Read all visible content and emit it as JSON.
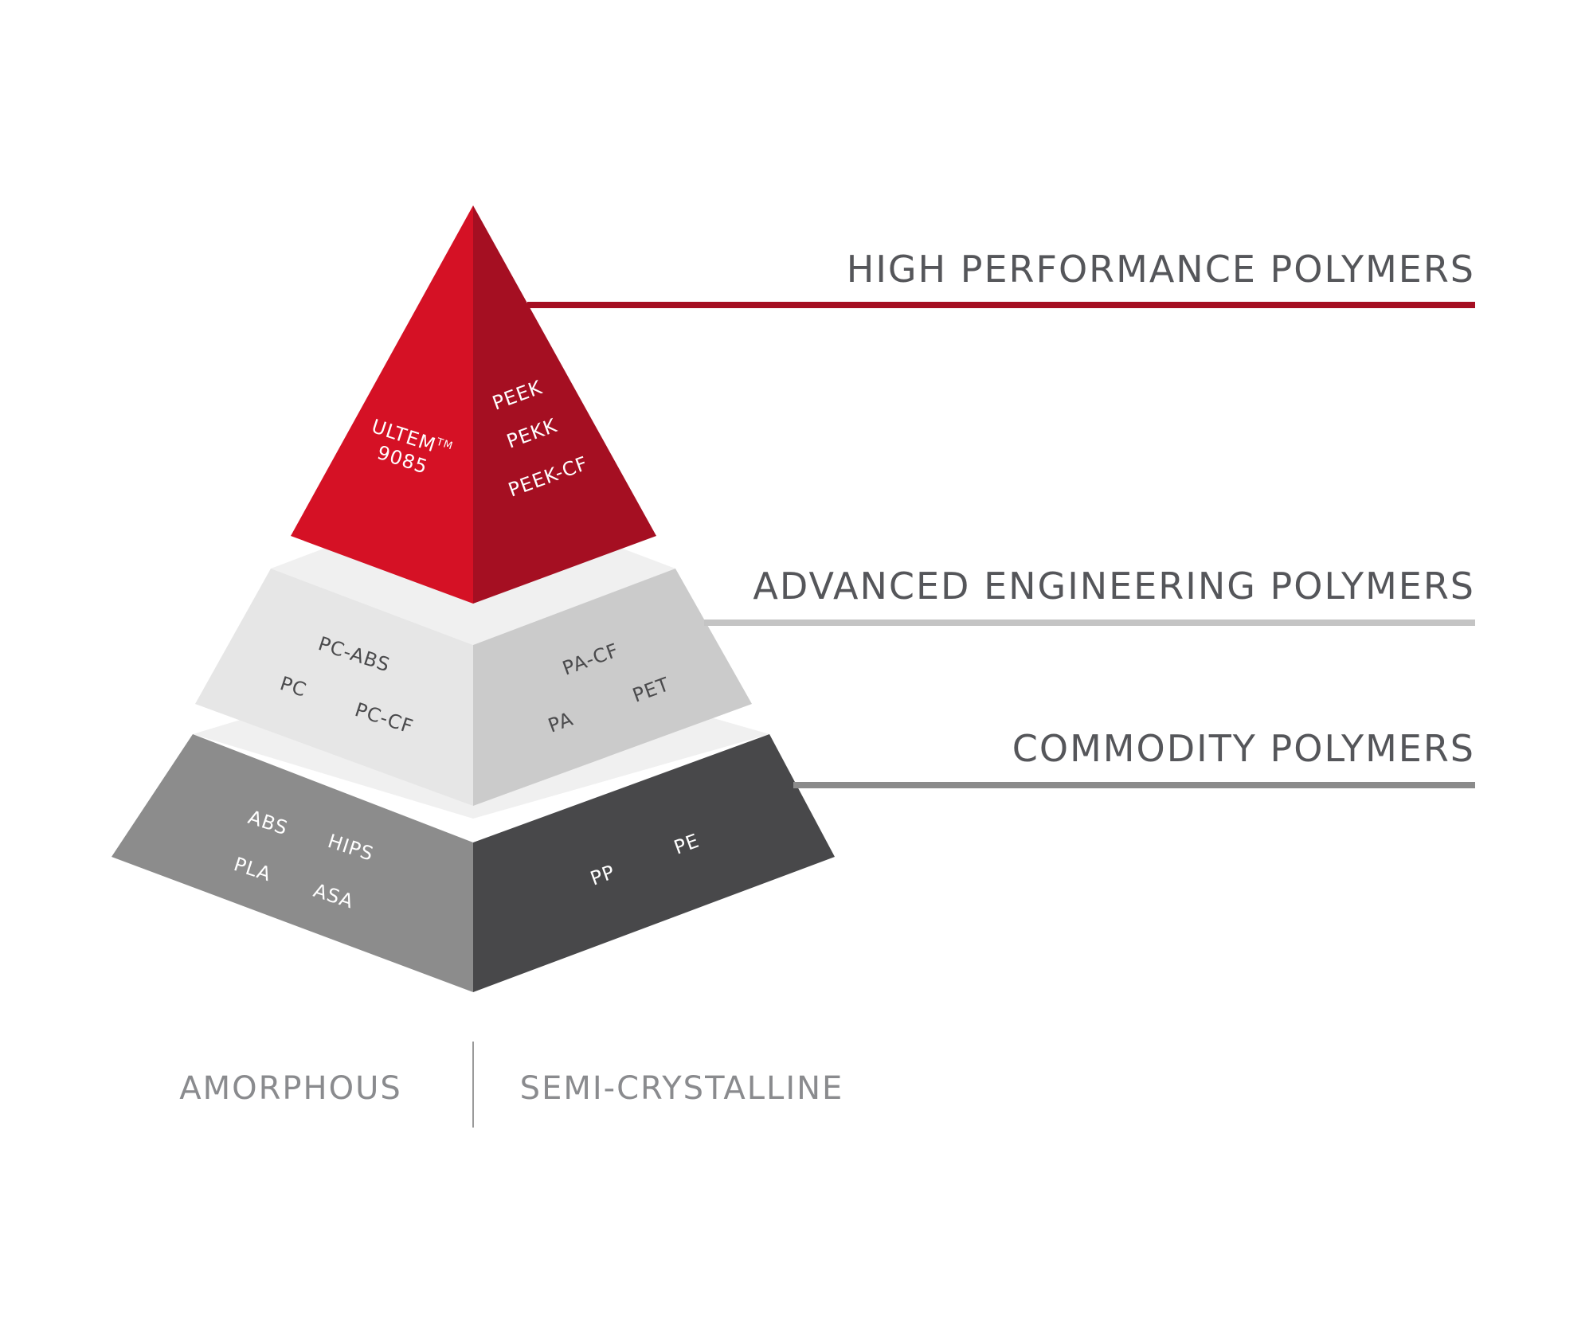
{
  "tiers": {
    "high_performance": {
      "title": "HIGH PERFORMANCE POLYMERS",
      "color": "#a50f22",
      "amorphous": {
        "name": "ULTEM",
        "trademark": "TM",
        "grade": "9085"
      },
      "semi_crystalline": [
        "PEEK",
        "PEKK",
        "PEEK-CF"
      ]
    },
    "advanced_engineering": {
      "title": "ADVANCED ENGINEERING POLYMERS",
      "color": "#c4c4c4",
      "amorphous": [
        "PC-ABS",
        "PC",
        "PC-CF"
      ],
      "semi_crystalline": [
        "PA-CF",
        "PET",
        "PA"
      ]
    },
    "commodity": {
      "title": "COMMODITY POLYMERS",
      "color": "#8b8b8b",
      "amorphous": [
        "ABS",
        "HIPS",
        "PLA",
        "ASA"
      ],
      "semi_crystalline": [
        "PE",
        "PP"
      ]
    }
  },
  "axis": {
    "left_label": "AMORPHOUS",
    "right_label": "SEMI-CRYSTALLINE"
  },
  "colors": {
    "red_left": "#d51125",
    "red_right": "#a50f22",
    "light_left": "#e6e6e6",
    "light_right": "#cbcbcb",
    "grey_left": "#8c8c8c",
    "grey_right": "#48484a",
    "text": "#55565a",
    "axis_text": "#8a8b8e"
  }
}
